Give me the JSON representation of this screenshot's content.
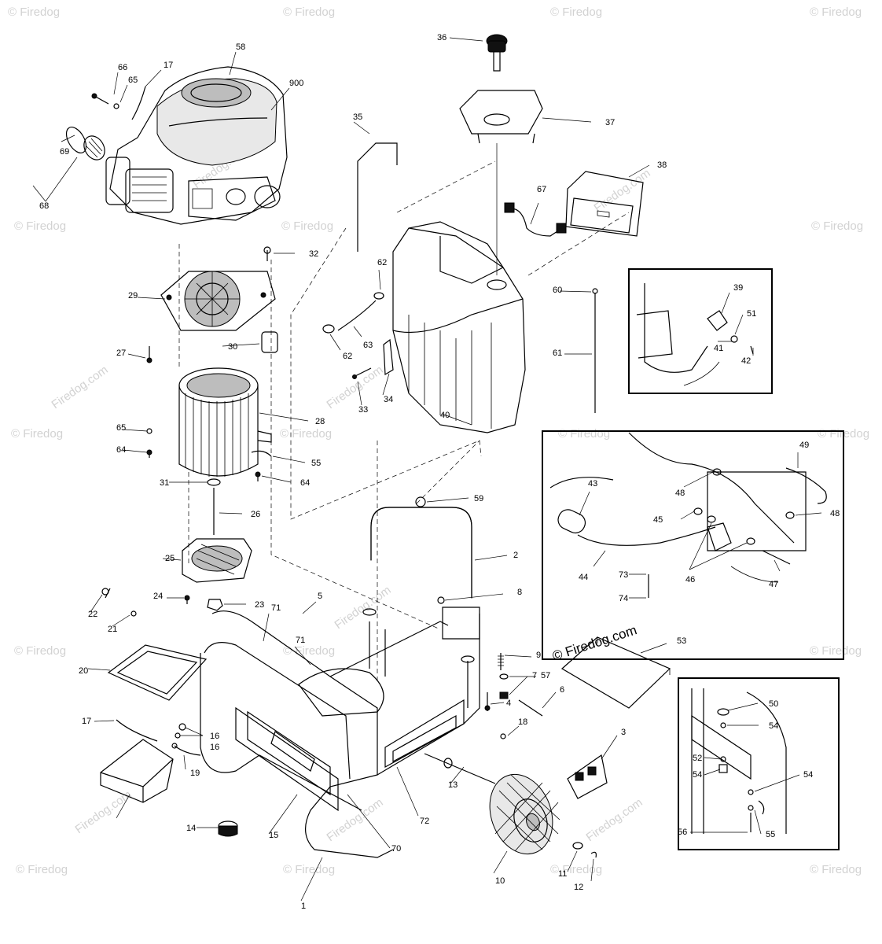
{
  "watermark": {
    "text": "© Firedog",
    "site": "Firedog.com",
    "stamp": "© Firedog.com"
  },
  "callouts": [
    {
      "label": "36"
    },
    {
      "label": "58"
    },
    {
      "label": "66"
    },
    {
      "label": "65"
    },
    {
      "label": "17"
    },
    {
      "label": "900"
    },
    {
      "label": "69"
    },
    {
      "label": "68"
    },
    {
      "label": "35"
    },
    {
      "label": "37"
    },
    {
      "label": "38"
    },
    {
      "label": "67"
    },
    {
      "label": "32"
    },
    {
      "label": "62"
    },
    {
      "label": "29"
    },
    {
      "label": "27"
    },
    {
      "label": "30"
    },
    {
      "label": "63"
    },
    {
      "label": "62"
    },
    {
      "label": "60"
    },
    {
      "label": "61"
    },
    {
      "label": "39"
    },
    {
      "label": "51"
    },
    {
      "label": "41"
    },
    {
      "label": "42"
    },
    {
      "label": "33"
    },
    {
      "label": "34"
    },
    {
      "label": "28"
    },
    {
      "label": "40"
    },
    {
      "label": "65"
    },
    {
      "label": "64"
    },
    {
      "label": "55"
    },
    {
      "label": "64"
    },
    {
      "label": "31"
    },
    {
      "label": "26"
    },
    {
      "label": "59"
    },
    {
      "label": "49"
    },
    {
      "label": "43"
    },
    {
      "label": "48"
    },
    {
      "label": "48"
    },
    {
      "label": "45"
    },
    {
      "label": "25"
    },
    {
      "label": "2"
    },
    {
      "label": "44"
    },
    {
      "label": "46"
    },
    {
      "label": "73"
    },
    {
      "label": "47"
    },
    {
      "label": "74"
    },
    {
      "label": "24"
    },
    {
      "label": "23"
    },
    {
      "label": "8"
    },
    {
      "label": "22"
    },
    {
      "label": "21"
    },
    {
      "label": "5"
    },
    {
      "label": "71"
    },
    {
      "label": "71"
    },
    {
      "label": "9"
    },
    {
      "label": "57"
    },
    {
      "label": "53"
    },
    {
      "label": "20"
    },
    {
      "label": "7"
    },
    {
      "label": "4"
    },
    {
      "label": "6"
    },
    {
      "label": "50"
    },
    {
      "label": "17"
    },
    {
      "label": "16"
    },
    {
      "label": "18"
    },
    {
      "label": "54"
    },
    {
      "label": "3"
    },
    {
      "label": "52"
    },
    {
      "label": "54"
    },
    {
      "label": "54"
    },
    {
      "label": "19"
    },
    {
      "label": "13"
    },
    {
      "label": "16"
    },
    {
      "label": "14"
    },
    {
      "label": "15"
    },
    {
      "label": "72"
    },
    {
      "label": "56"
    },
    {
      "label": "55"
    },
    {
      "label": "70"
    },
    {
      "label": "10"
    },
    {
      "label": "11"
    },
    {
      "label": "12"
    },
    {
      "label": "1"
    }
  ]
}
